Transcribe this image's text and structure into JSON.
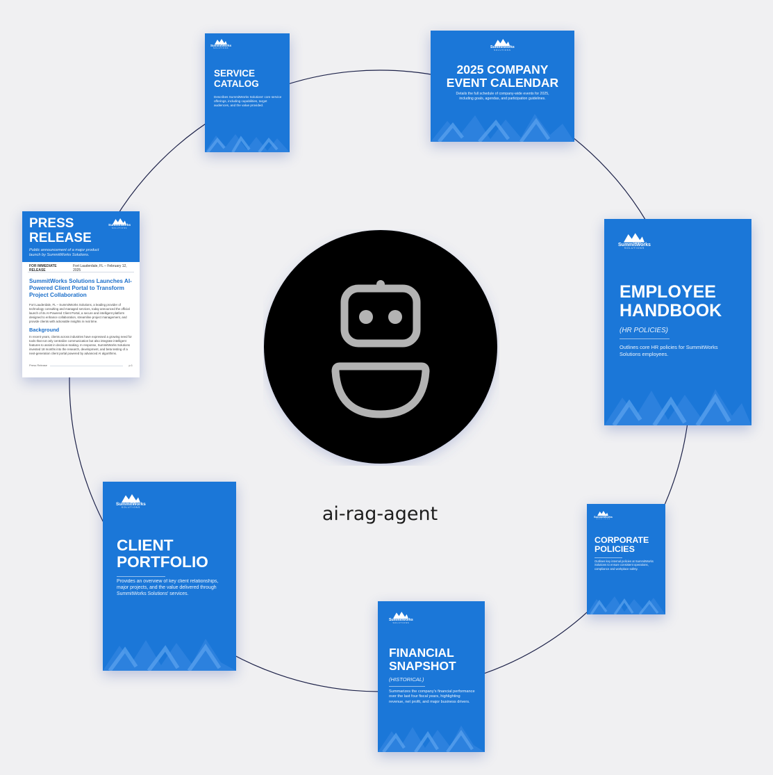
{
  "agent": {
    "label": "ai-rag-agent",
    "icon": "robot-face-icon",
    "circle_color": "#000000",
    "icon_color": "#b3b3b3"
  },
  "colors": {
    "card_blue": "#1b77d8",
    "ring_line": "#1c2148",
    "background": "#f0f0f2"
  },
  "brand": {
    "name": "SummitWorks",
    "sub": "SOLUTIONS"
  },
  "documents": {
    "service_catalog": {
      "title_lines": [
        "SERVICE",
        "CATALOG"
      ],
      "description": "Describes SummitWorks Solutions' core service offerings, including capabilities, target audiences, and the value provided."
    },
    "event_calendar": {
      "title_lines": [
        "2025 COMPANY",
        "EVENT CALENDAR"
      ],
      "description": "Details the full schedule of company-wide events for 2025, including goals, agendas, and participation guidelines."
    },
    "employee_handbook": {
      "title_lines": [
        "EMPLOYEE",
        "HANDBOOK"
      ],
      "subtitle": "(HR POLICIES)",
      "description": "Outlines core HR policies for SummitWorks Solutions employees."
    },
    "corporate_policies": {
      "title_lines": [
        "CORPORATE",
        "POLICIES"
      ],
      "description": "Outlines key internal policies at SummitWorks Solutions to ensure consistent operations, compliance and workplace safety."
    },
    "financial_snapshot": {
      "title_lines": [
        "FINANCIAL",
        "SNAPSHOT"
      ],
      "subtitle": "(HISTORICAL)",
      "description": "Summarizes the company's financial performance over the last four fiscal years, highlighting revenue, net profit, and major business drivers."
    },
    "client_portfolio": {
      "title_lines": [
        "CLIENT",
        "PORTFOLIO"
      ],
      "description": "Provides an overview of key client relationships, major projects, and the value delivered through SummitWorks Solutions' services."
    },
    "press_release": {
      "title_lines": [
        "PRESS",
        "RELEASE"
      ],
      "subtitle": "Public announcement of a major product launch by SummitWorks Solutions.",
      "release_label": "FOR IMMEDIATE RELEASE",
      "dateline": "Fort Lauderdale, FL – February 12, 2025",
      "headline": "SummitWorks Solutions Launches AI-Powered Client Portal to Transform Project Collaboration",
      "intro": "Fort Lauderdale, FL – SummitWorks Solutions, a leading provider of technology consulting and managed services, today announced the official launch of its AI-Powered Client Portal, a secure and intelligent platform designed to enhance collaboration, streamline project management, and provide clients with actionable insights in real time.",
      "section": "Background",
      "background": "In recent years, clients across industries have expressed a growing need for tools that not only centralize communication but also integrate intelligent features to assist in decision-making. In response, SummitWorks Solutions invested 18 months into the research, development, and beta testing of a next-generation client portal powered by advanced AI algorithms.",
      "footer_left": "Press Release",
      "footer_right": "p.1"
    }
  }
}
